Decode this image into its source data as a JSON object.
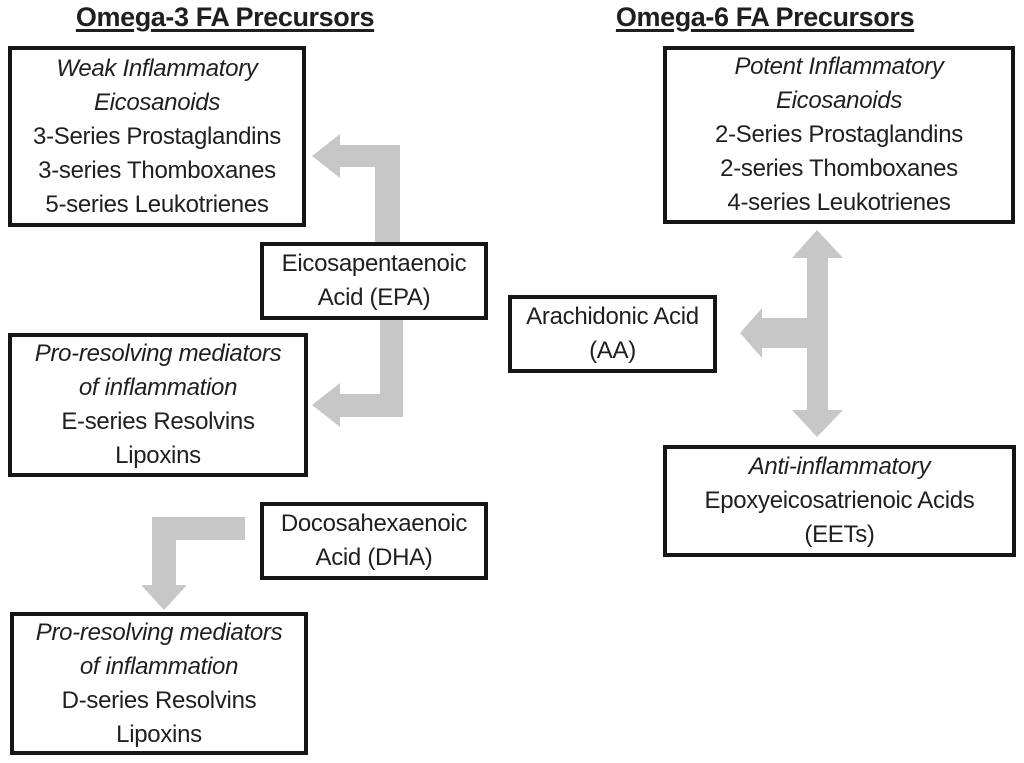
{
  "figure": {
    "title_omega3": "Omega-3 FA Precursors",
    "title_omega6": "Omega-6 FA Precursors"
  },
  "boxes": {
    "weak_eicosanoids": {
      "lines": [
        "Weak Inflammatory",
        "Eicosanoids",
        "3-Series Prostaglandins",
        "3-series Thomboxanes",
        "5-series Leukotrienes"
      ]
    },
    "potent_eicosanoids": {
      "lines": [
        "Potent Inflammatory",
        "Eicosanoids",
        "2-Series Prostaglandins",
        "2-series Thomboxanes",
        "4-series Leukotrienes"
      ]
    },
    "epa": {
      "lines": [
        "Eicosapentaenoic",
        "Acid (EPA)"
      ]
    },
    "aa": {
      "lines": [
        "Arachidonic Acid",
        "(AA)"
      ]
    },
    "proresolving_e": {
      "lines": [
        "Pro-resolving mediators",
        "of inflammation",
        "E-series Resolvins",
        "Lipoxins"
      ]
    },
    "dha": {
      "lines": [
        "Docosahexaenoic",
        "Acid (DHA)"
      ]
    },
    "proresolving_d": {
      "lines": [
        "Pro-resolving mediators",
        "of inflammation",
        "D-series Resolvins",
        "Lipoxins"
      ]
    },
    "eets": {
      "lines": [
        "Anti-inflammatory",
        "Epoxyeicosatrienoic Acids",
        "(EETs)"
      ]
    }
  },
  "connectors": [
    {
      "name": "epa-to-weak-eicosanoids",
      "from": "epa",
      "to": "weak_eicosanoids",
      "shape": "elbow-up-then-left"
    },
    {
      "name": "epa-to-proresolving-e",
      "from": "epa",
      "to": "proresolving_e",
      "shape": "elbow-down-then-left"
    },
    {
      "name": "dha-to-proresolving-d",
      "from": "dha",
      "to": "proresolving_d",
      "shape": "elbow-left-then-down"
    },
    {
      "name": "aa-potent-eets-double-arrow",
      "from": "aa",
      "to": "potent_eicosanoids / eets",
      "shape": "vertical-double-arrow-with-left-branch"
    }
  ],
  "colors": {
    "arrow": "#c7c7c7",
    "box_border": "#161616",
    "text": "#1f1f1f",
    "background": "#ffffff"
  }
}
